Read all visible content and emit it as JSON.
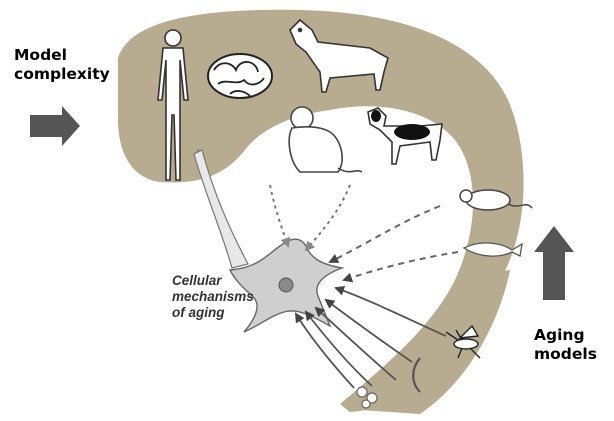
{
  "labels": {
    "model_complexity": [
      "Model",
      "complexity"
    ],
    "aging_models": [
      "Aging",
      "models"
    ],
    "cellular_mechanisms": [
      "Cellular",
      "mechanisms",
      "of aging"
    ]
  },
  "organisms": [
    "human-icon",
    "brain-icon",
    "dog-icon",
    "monkey-icon",
    "beagle-icon",
    "mouse-icon",
    "fish-icon",
    "fly-icon",
    "worm-icon",
    "yeast-icon"
  ],
  "colors": {
    "background_band": "#b8ac90",
    "arrow_gray": "#555555",
    "cell_fill": "#cfcfcf"
  }
}
